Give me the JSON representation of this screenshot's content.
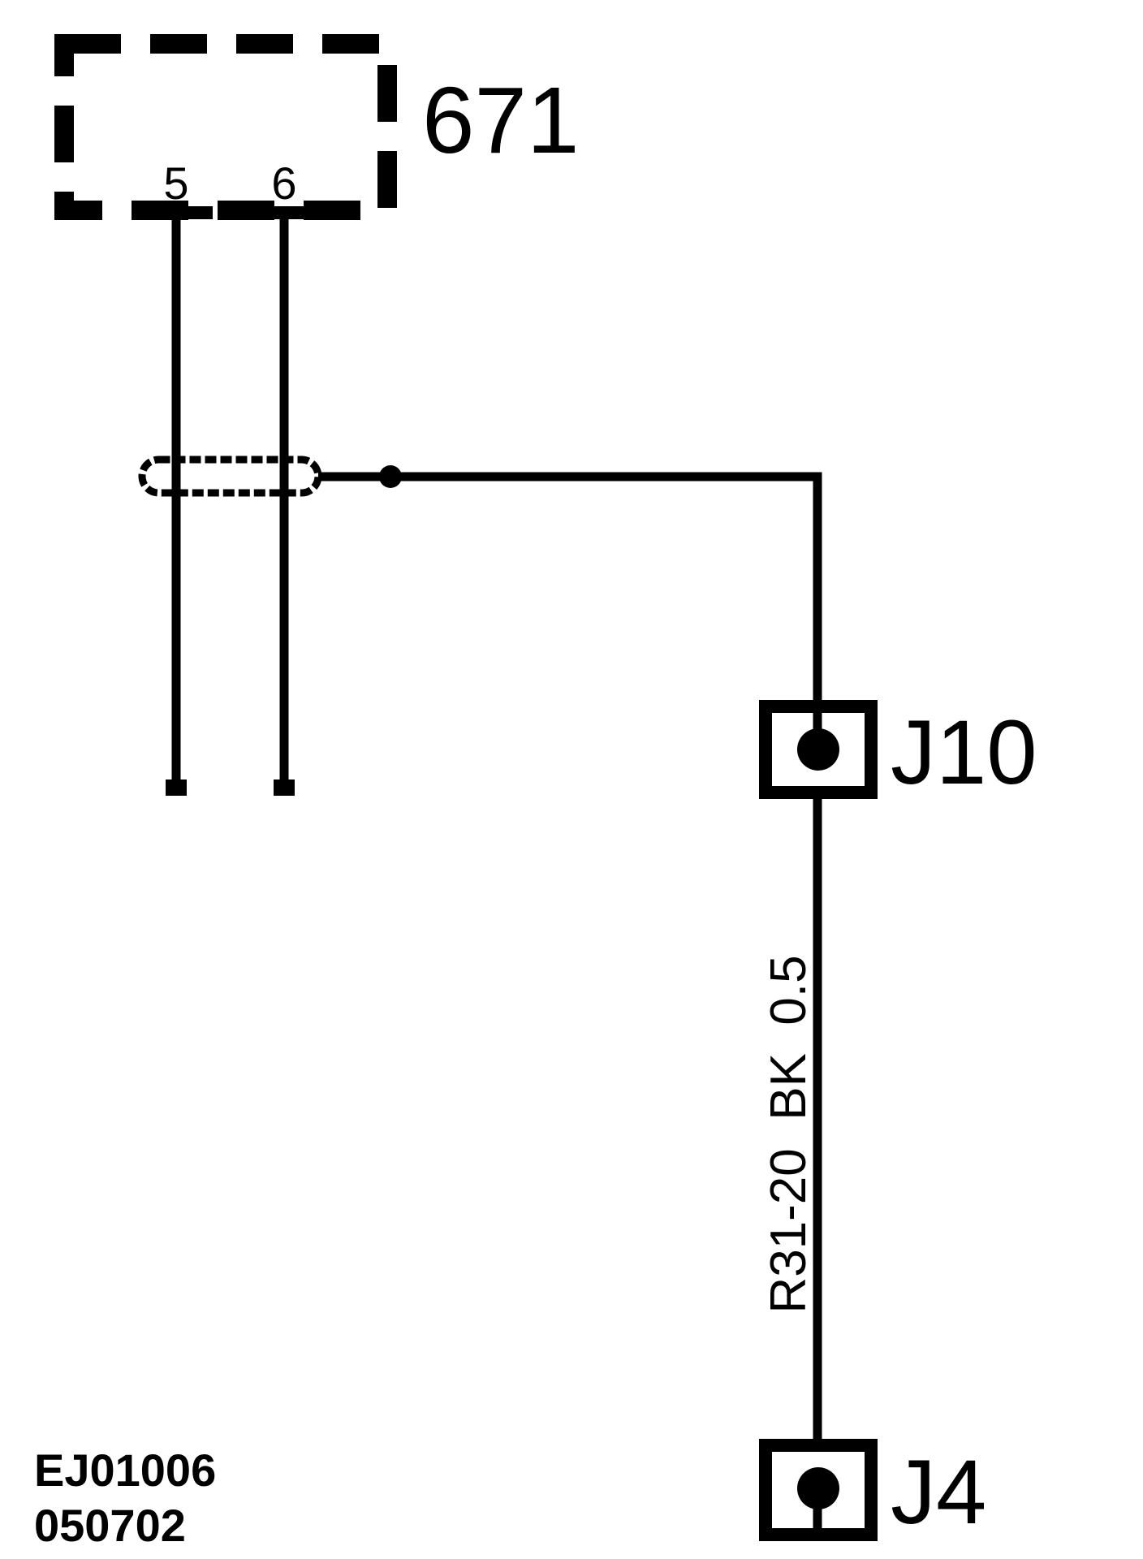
{
  "component": {
    "id": "671",
    "pins": [
      "5",
      "6"
    ]
  },
  "connectors": {
    "upper": "J10",
    "lower": "J4"
  },
  "wire": {
    "label": "R31-20  BK  0.5"
  },
  "footer": {
    "code": "EJ01006",
    "date": "050702"
  },
  "colors": {
    "ink": "#000000",
    "background": "#ffffff"
  }
}
